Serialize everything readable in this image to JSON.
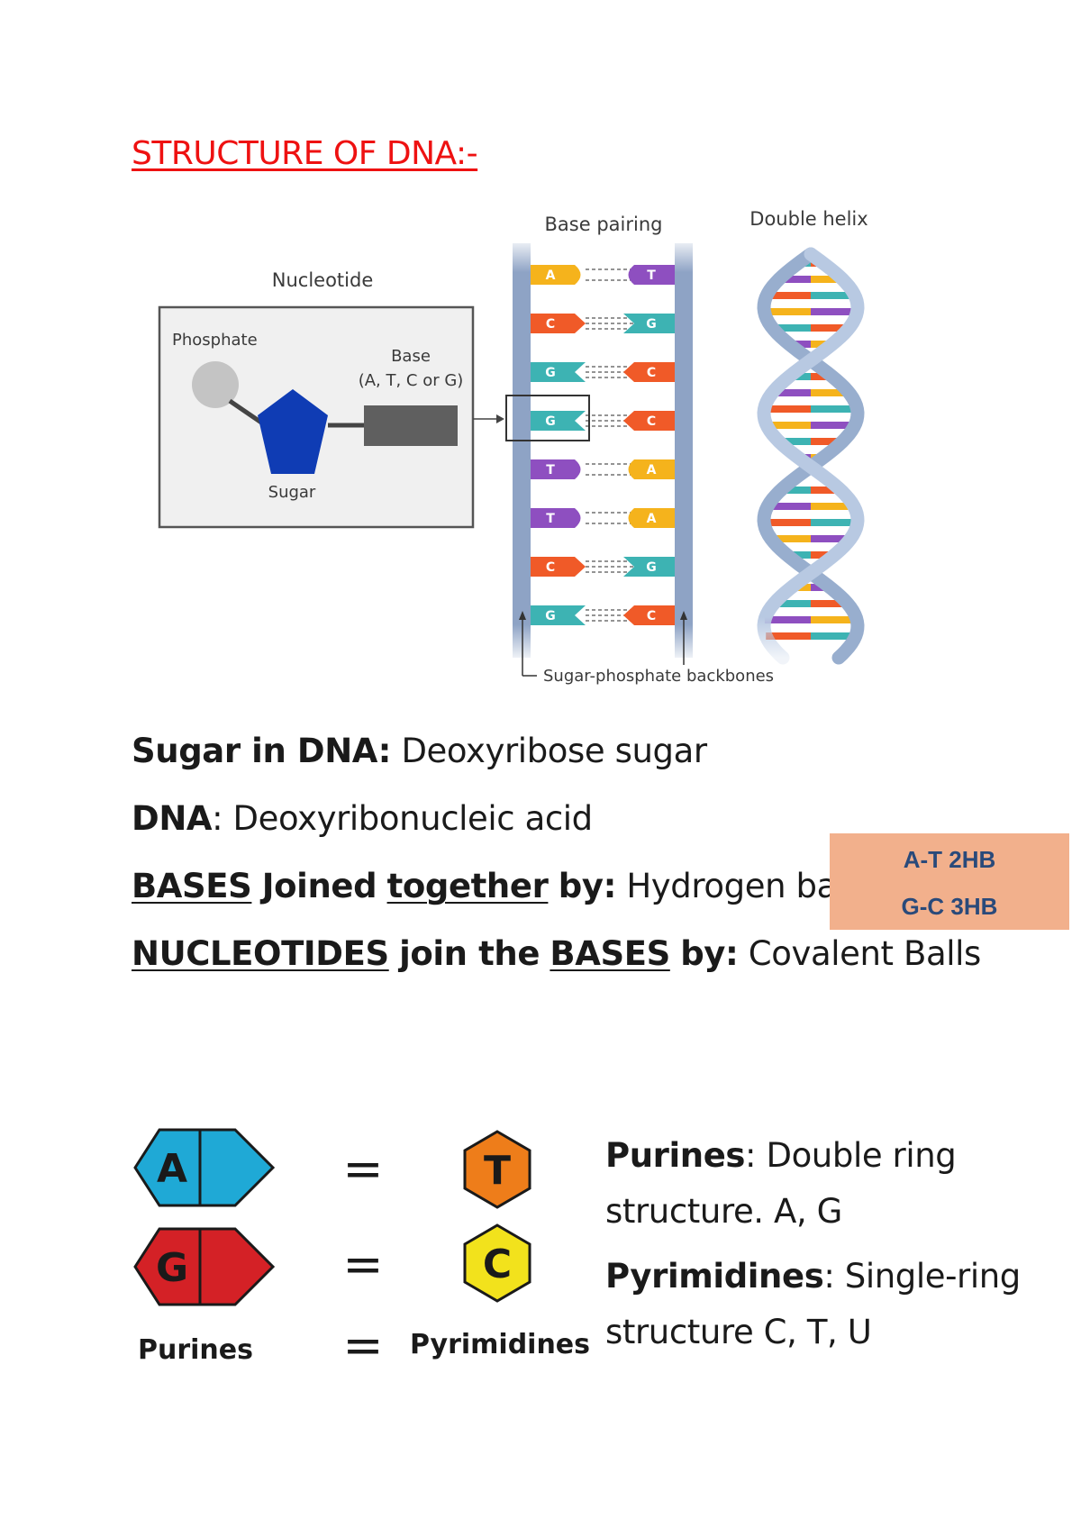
{
  "title": "STRUCTURE OF DNA:-",
  "figure": {
    "nucleotide_heading": "Nucleotide",
    "phosphate_label": "Phosphate",
    "base_label": "Base",
    "base_options": "(A, T, C or G)",
    "sugar_label": "Sugar",
    "base_pairing_heading": "Base pairing",
    "double_helix_heading": "Double helix",
    "backbone_label": "Sugar-phosphate backbones",
    "pairs": [
      {
        "left": "A",
        "right": "T"
      },
      {
        "left": "C",
        "right": "G"
      },
      {
        "left": "G",
        "right": "C"
      },
      {
        "left": "G",
        "right": "C"
      },
      {
        "left": "T",
        "right": "A"
      },
      {
        "left": "T",
        "right": "A"
      },
      {
        "left": "C",
        "right": "G"
      },
      {
        "left": "G",
        "right": "C"
      }
    ],
    "base_colors": {
      "A": "#f5b31c",
      "T": "#8e4fc0",
      "C": "#f05a28",
      "G": "#3db3b3"
    }
  },
  "facts": {
    "sugar_label": "Sugar in DNA:",
    "sugar_value": "Deoxyribose sugar",
    "dna_label": "DNA",
    "dna_value": ": Deoxyribonucleic acid",
    "bases_word": "BASES",
    "joined_word": "Joined",
    "together_word": "together",
    "by_word": "by:",
    "bases_value": "Hydrogen balls",
    "nucleotides_word": "NUCLEOTIDES",
    "join_the_words": "join the",
    "bases_word2": "BASES",
    "by_word2": "by:",
    "nucleotides_value": "Covalent Balls"
  },
  "hb_box": {
    "line1": "A-T 2HB",
    "line2": "G-C 3HB",
    "color": "#f2b08c"
  },
  "rings": {
    "a_letter": "A",
    "t_letter": "T",
    "g_letter": "G",
    "c_letter": "C",
    "equals": "=",
    "purines_caption": "Purines",
    "pyrimidines_caption": "Pyrimidines",
    "colors": {
      "A": "#1fa9d6",
      "T": "#ee7d1a",
      "G": "#d42126",
      "C": "#f2e21c"
    }
  },
  "side": {
    "purines_label": "Purines",
    "purines_value": ": Double ring structure. A, G",
    "pyrimidines_label": "Pyrimidines",
    "pyrimidines_value": ": Single-ring structure C, T, U"
  }
}
